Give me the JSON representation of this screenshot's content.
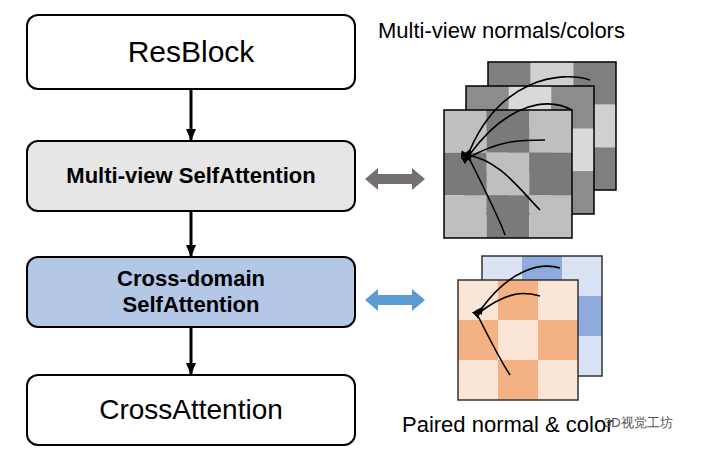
{
  "diagram": {
    "nodes": [
      {
        "text": [
          "ResBlock"
        ]
      },
      {
        "text": [
          "Multi-view SelfAttention"
        ]
      },
      {
        "text": [
          "Cross-domain SelfAttention"
        ]
      },
      {
        "text": [
          "CrossAttention"
        ]
      }
    ],
    "edges": [
      {
        "from": 0,
        "to": 1,
        "arrow": "to"
      },
      {
        "from": 1,
        "to": 2,
        "arrow": "to"
      },
      {
        "from": 2,
        "to": 3,
        "arrow": "to"
      }
    ],
    "labels": [
      "Multi-view normals/colors",
      "Paired normal & color",
      "3D视觉工坊"
    ]
  }
}
